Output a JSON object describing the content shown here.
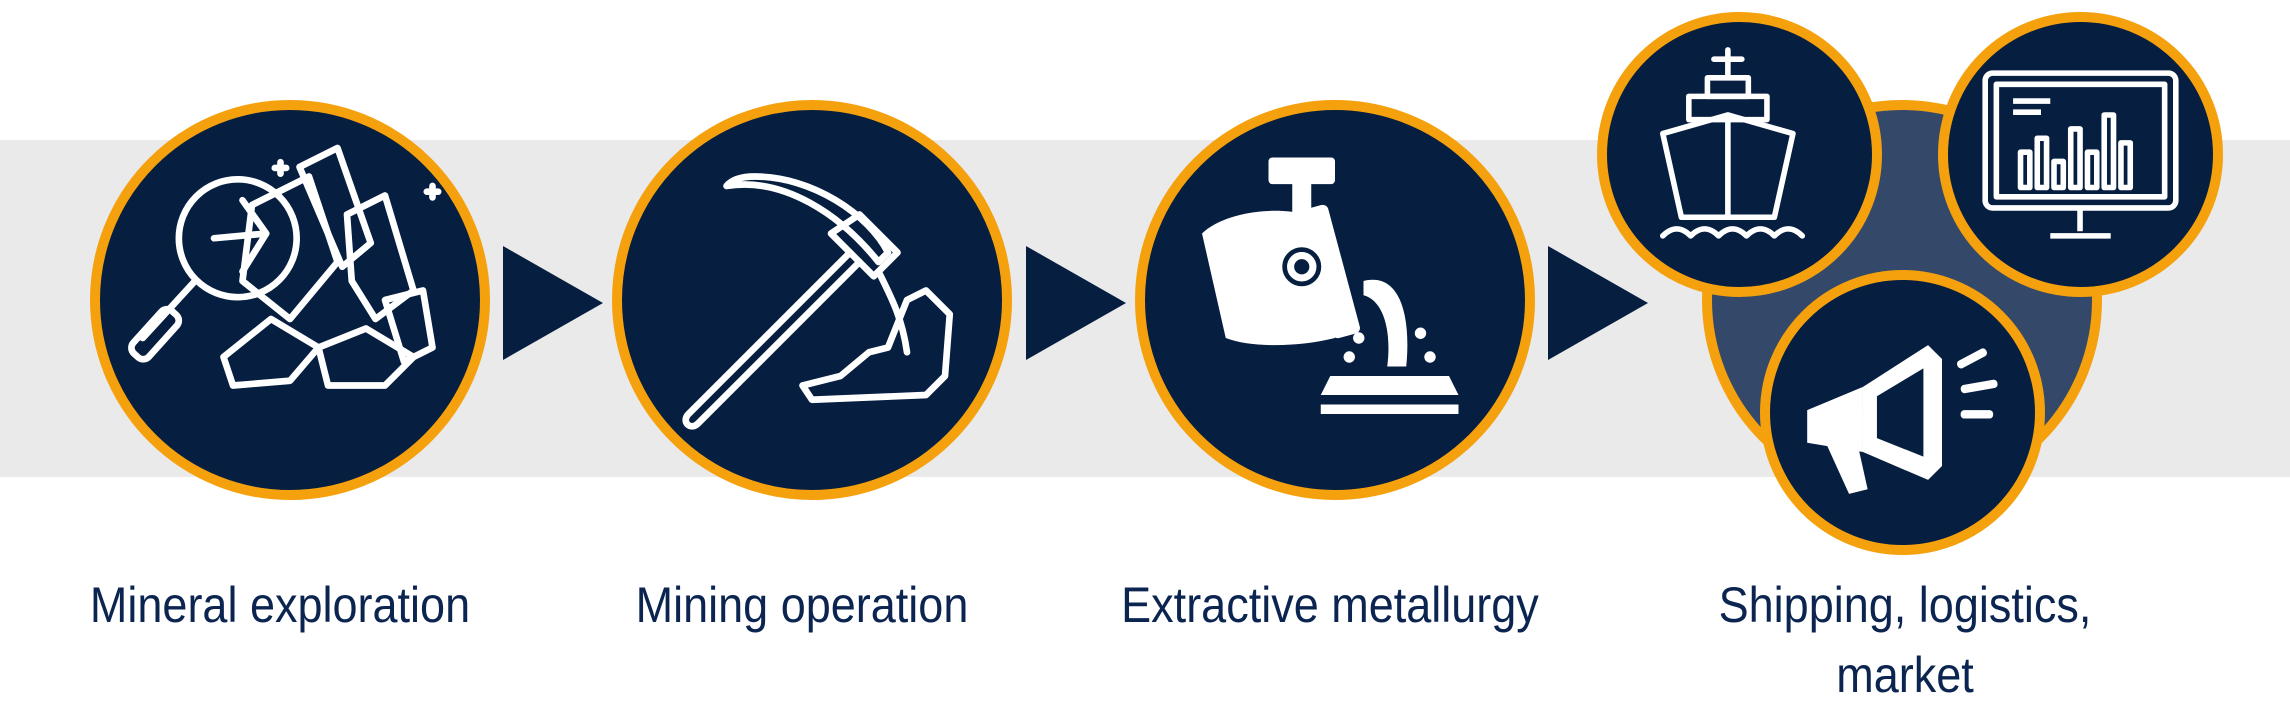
{
  "steps": [
    {
      "label": "Mineral exploration",
      "icon": "magnifier-crystals-icon"
    },
    {
      "label": "Mining operation",
      "icon": "pickaxe-icon"
    },
    {
      "label": "Extractive metallurgy",
      "icon": "ladle-pouring-icon"
    },
    {
      "label": "Shipping, logistics, market",
      "icons": [
        "ship-icon",
        "monitor-chart-icon",
        "megaphone-icon"
      ]
    }
  ],
  "colors": {
    "circle_fill": "#061e40",
    "circle_border": "#f5a00d",
    "cluster_fill": "#34496a",
    "band": "#eaeaea",
    "label": "#0b2550",
    "arrow": "#061e40"
  }
}
